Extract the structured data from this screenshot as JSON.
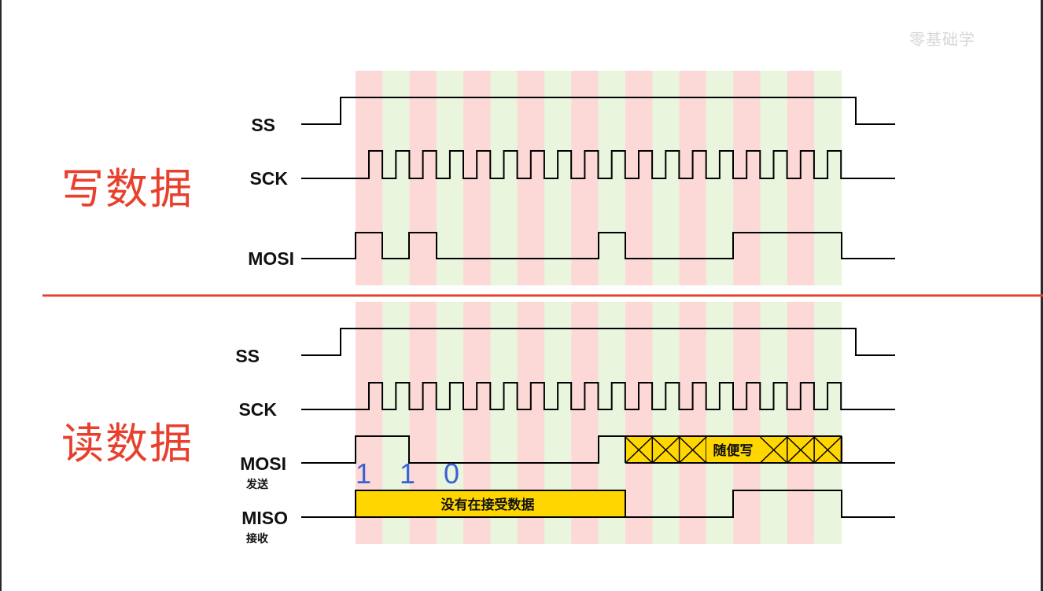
{
  "watermark": "零基础学",
  "write_section": {
    "title": "写数据",
    "signals": {
      "ss": "SS",
      "sck": "SCK",
      "mosi": "MOSI"
    }
  },
  "read_section": {
    "title": "读数据",
    "signals": {
      "ss": "SS",
      "sck": "SCK",
      "mosi": "MOSI",
      "mosi_sub": "发送",
      "miso": "MISO",
      "miso_sub": "接收"
    },
    "mosi_bits": "1 1 0",
    "mosi_box_label": "随便写",
    "miso_box_label": "没有在接受数据"
  },
  "colors": {
    "red_band": "#fcd9d7",
    "green_band": "#e9f5dc",
    "divider": "#e8402e",
    "highlight_box": "#ffd600",
    "bits_text": "#3a62d6"
  }
}
